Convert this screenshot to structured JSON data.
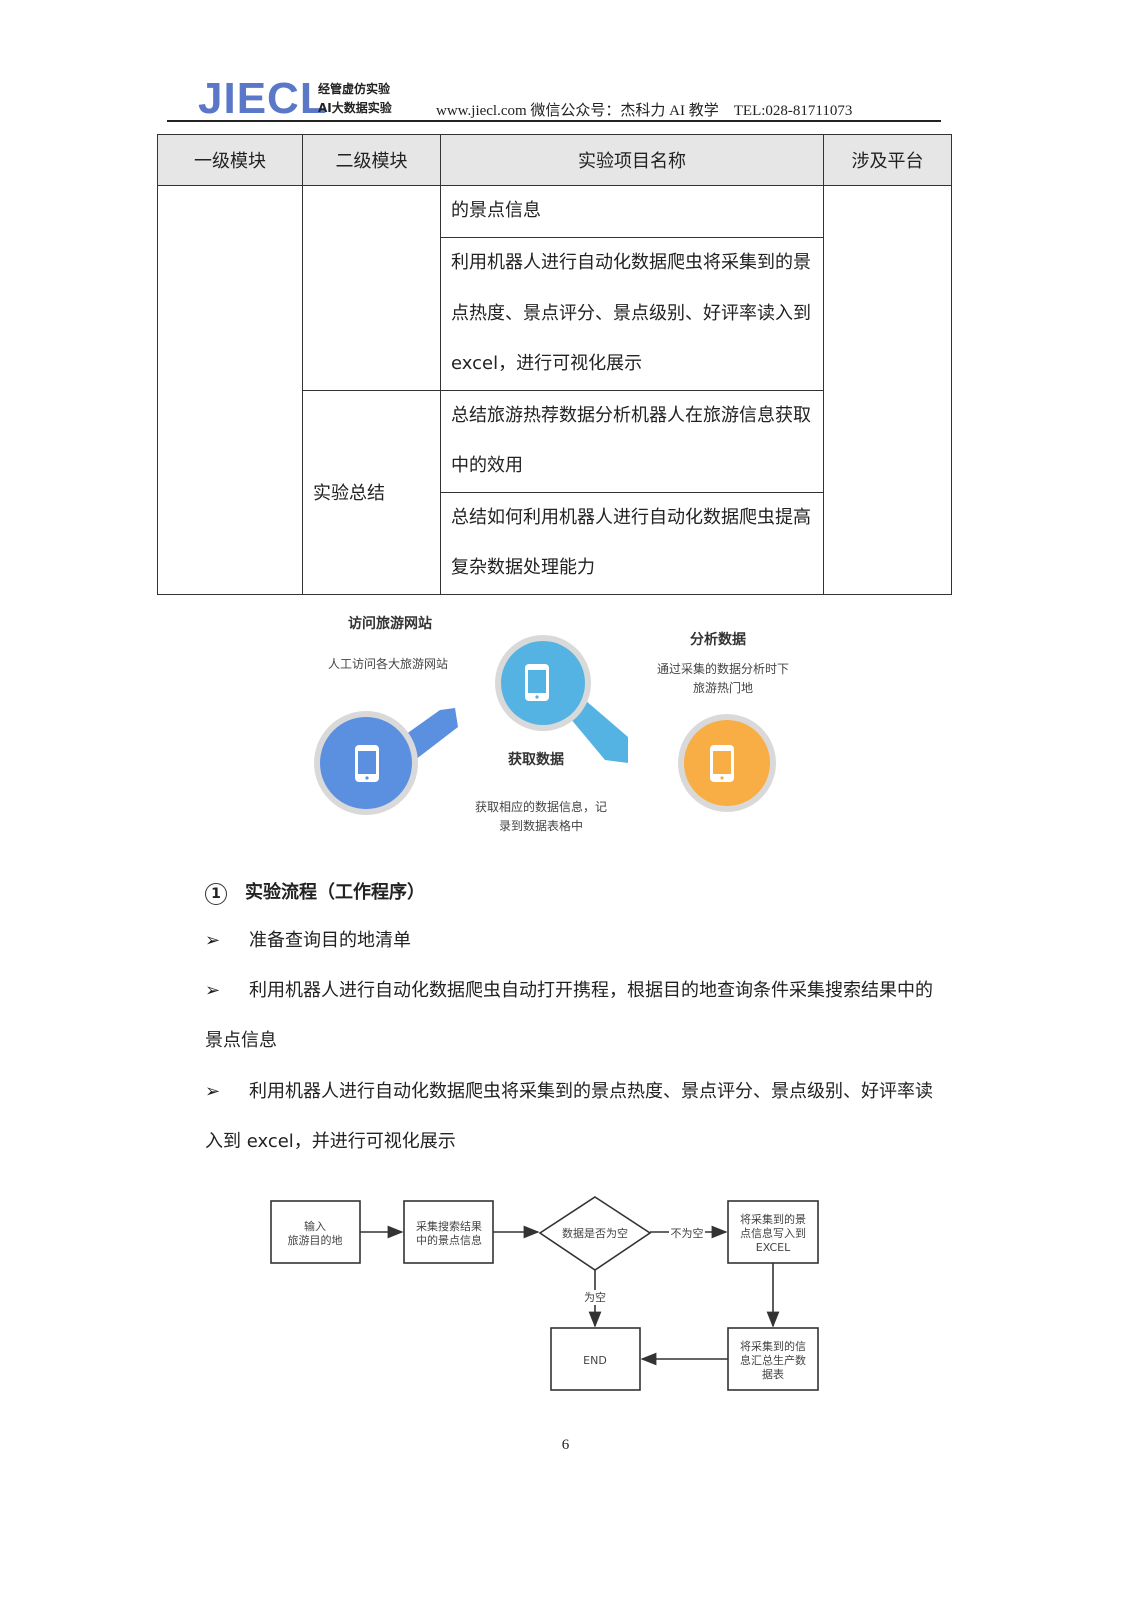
{
  "header": {
    "logo": "JIECL",
    "logo_sub1": "经管虚仿实验",
    "logo_sub2": "AI大数据实验",
    "info": "www.jiecl.com 微信公众号：杰科力 AI 教学    TEL:028-81711073"
  },
  "table": {
    "headers": [
      "一级模块",
      "二级模块",
      "实验项目名称",
      "涉及平台"
    ],
    "rows": [
      {
        "c3": "的景点信息"
      },
      {
        "c3": "利用机器人进行自动化数据爬虫将采集到的景点热度、景点评分、景点级别、好评率读入到 excel，进行可视化展示"
      },
      {
        "c2": "实验总结",
        "c3": "总结旅游热荐数据分析机器人在旅游信息获取中的效用"
      },
      {
        "c3": "总结如何利用机器人进行自动化数据爬虫提高复杂数据处理能力"
      }
    ]
  },
  "infographic": {
    "step1_title": "访问旅游网站",
    "step1_desc": "人工访问各大旅游网站",
    "step2_title": "获取数据",
    "step2_desc_1": "获取相应的数据信息，记",
    "step2_desc_2": "录到数据表格中",
    "step3_title": "分析数据",
    "step3_desc_1": "通过采集的数据分析时下",
    "step3_desc_2": "旅游热门地",
    "colors": {
      "blue": "#5b8fe0",
      "light_blue": "#55b3e3",
      "orange": "#f8ad45"
    }
  },
  "section": {
    "num": "1",
    "title": "实验流程（工作程序）"
  },
  "bullets": [
    {
      "arrow": "➢",
      "text": "准备查询目的地清单"
    },
    {
      "arrow": "➢",
      "text": "利用机器人进行自动化数据爬虫自动打开携程，根据目的地查询条件采集搜索结果中的景点信息"
    },
    {
      "arrow": "➢",
      "text": "利用机器人进行自动化数据爬虫将采集到的景点热度、景点评分、景点级别、好评率读入到 excel，并进行可视化展示"
    }
  ],
  "flow": {
    "input": [
      "输入",
      "旅游目的地"
    ],
    "collect": [
      "采集搜索结果",
      "中的景点信息"
    ],
    "decision": "数据是否为空",
    "not_empty": "不为空",
    "empty": "为空",
    "write": [
      "将采集到的景",
      "点信息写入到",
      "EXCEL"
    ],
    "summary": [
      "将采集到的信",
      "息汇总生产数",
      "据表"
    ],
    "end": "END"
  },
  "page_number": "6"
}
